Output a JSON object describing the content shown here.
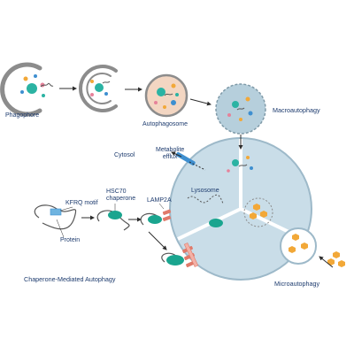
{
  "labels": {
    "phagophore": "Phagophore",
    "autophagosome": "Autophagosome",
    "macroautophagy": "Macroautophagy",
    "cytosol": "Cytosol",
    "metabolite_efflux": "Metabolite\nefflux",
    "lysosome": "Lysosome",
    "kfrq_motif": "KFRQ motif",
    "hsc70_chaperone": "HSC70\nchaperone",
    "lamp2a": "LAMP2A",
    "protein": "Protein",
    "chaperone_mediated_autophagy": "Chaperone-Mediated Autophagy",
    "microautophagy": "Microautophagy"
  },
  "colors": {
    "text": "#1d3b6e",
    "membrane": "#8c8c8c",
    "lysosome_fill": "#c9dde8",
    "lysosome_stroke": "#9db9c9",
    "autophagosome_fill": "#f3d6c2",
    "chaperone": "#1aa58f",
    "receptor": "#e07a6a",
    "cargo_yellow": "#f2a838",
    "cargo_blue": "#3e8fd0",
    "cargo_teal": "#2bb3a3",
    "cargo_pink": "#e6829a",
    "arrow": "#2d2d2d"
  }
}
